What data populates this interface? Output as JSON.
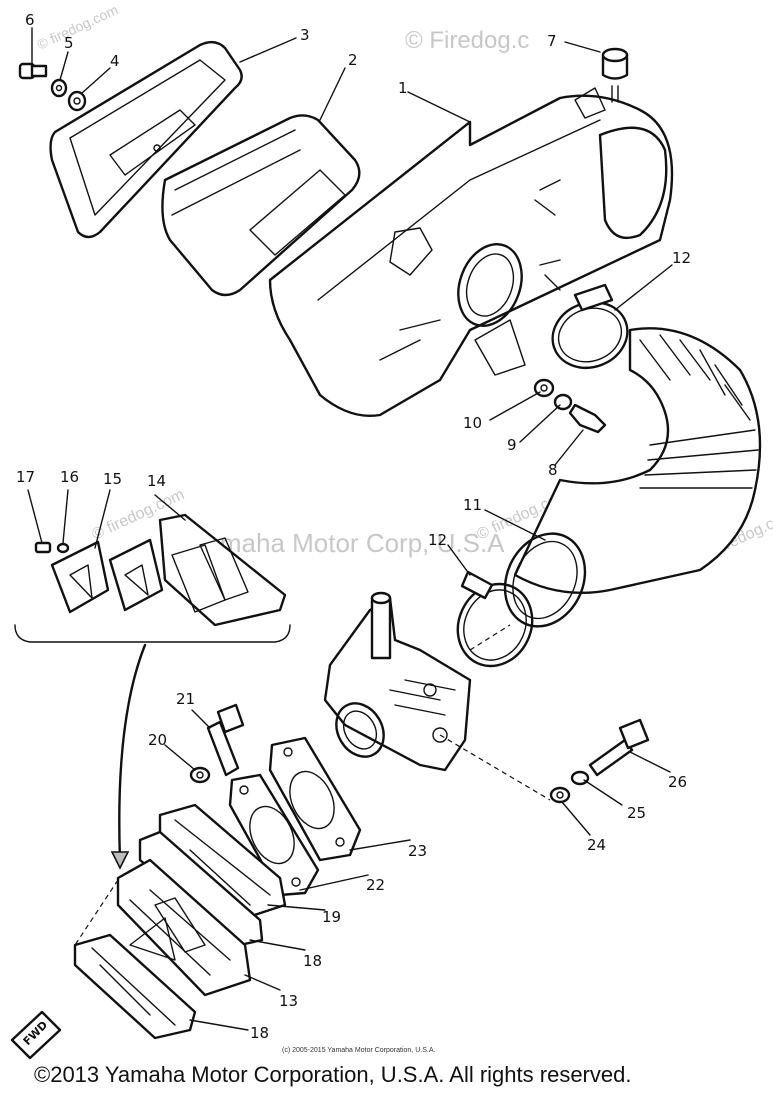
{
  "watermark": {
    "top_right": "© Firedog.c",
    "center": "Yamaha Motor Corp, U.S.A",
    "site": "© firedog.com"
  },
  "callouts": [
    "1",
    "2",
    "3",
    "4",
    "5",
    "6",
    "7",
    "8",
    "9",
    "10",
    "11",
    "12",
    "12",
    "13",
    "14",
    "15",
    "16",
    "17",
    "18",
    "18",
    "19",
    "20",
    "21",
    "22",
    "23",
    "24",
    "25",
    "26"
  ],
  "fwd_label": "FWD",
  "small_copyright": "(c) 2005-2015 Yamaha Motor Corporation, U.S.A.",
  "footer_copyright": "©2013 Yamaha Motor Corporation, U.S.A. All rights reserved."
}
